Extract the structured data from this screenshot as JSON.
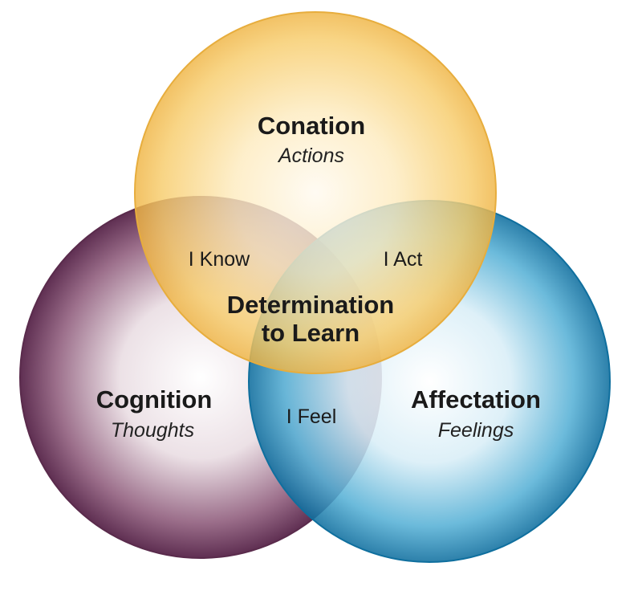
{
  "colors": {
    "conation": "#f6c35a",
    "cognition": "#7a4468",
    "affectation": "#1f8fbf",
    "center_tint": "#ffffff"
  },
  "circles": {
    "conation": {
      "title": "Conation",
      "subtitle": "Actions"
    },
    "cognition": {
      "title": "Cognition",
      "subtitle": "Thoughts"
    },
    "affectation": {
      "title": "Affectation",
      "subtitle": "Feelings"
    }
  },
  "overlaps": {
    "conation_cognition": "I Know",
    "conation_affectation": "I Act",
    "cognition_affectation": "I Feel"
  },
  "center": {
    "line1": "Determination",
    "line2": "to Learn"
  }
}
